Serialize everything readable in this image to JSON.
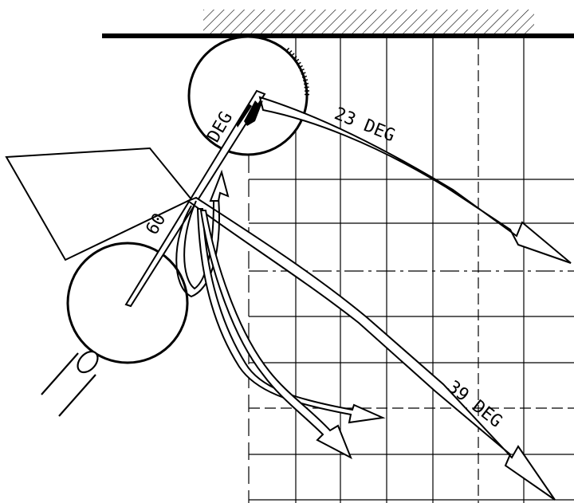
{
  "labels": {
    "angle_top": "23 DEG",
    "angle_bottom": "39 DEG",
    "angle_left": "60",
    "angle_left_unit": "DEG"
  },
  "colors": {
    "line": "#000000",
    "background": "#ffffff"
  }
}
